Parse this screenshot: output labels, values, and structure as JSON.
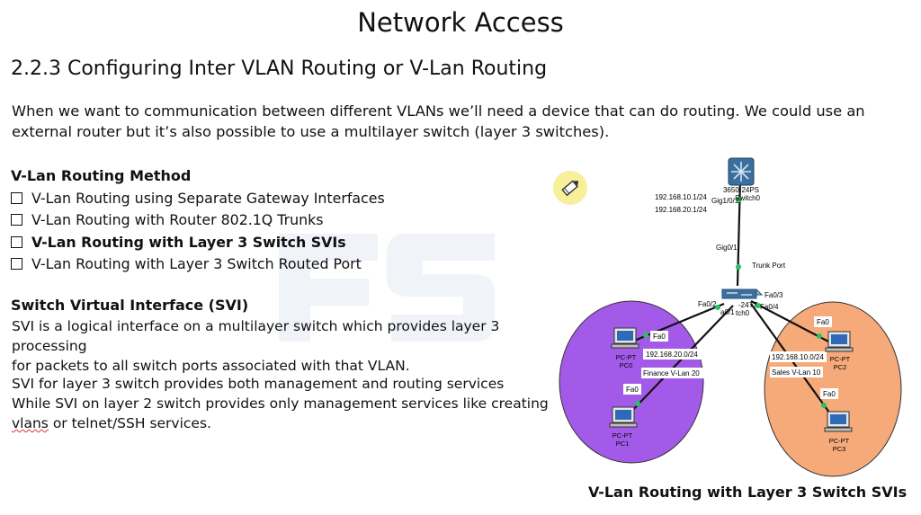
{
  "title": "Network Access",
  "section_heading": "2.2.3 Configuring Inter VLAN Routing or V-Lan Routing",
  "intro": {
    "line1": "When we want to communication between different VLANs we’ll need a device that can do routing. We could use an",
    "line2": "external router but it’s also possible to use a multilayer switch (layer 3 switches)."
  },
  "routing_methods": {
    "heading": "V-Lan Routing Method",
    "items": [
      {
        "label": "V-Lan Routing using Separate Gateway Interfaces",
        "bold": false
      },
      {
        "label": "V-Lan Routing with Router 802.1Q Trunks",
        "bold": false
      },
      {
        "label": "V-Lan Routing with Layer 3 Switch SVIs",
        "bold": true
      },
      {
        "label": "V-Lan Routing with Layer 3 Switch Routed Port",
        "bold": false
      }
    ]
  },
  "svi": {
    "heading": "Switch Virtual Interface (SVI)",
    "p1_line1": "SVI is a logical interface on a multilayer switch which provides layer 3 processing",
    "p1_line2": "for packets to all switch ports associated with that VLAN.",
    "p2_line1": "SVI for layer 3 switch provides both management and routing services",
    "p2_line2": "While SVI on layer 2 switch provides only management services like creating",
    "p2_line3_word": "vlans",
    "p2_line3_rest": " or telnet/SSH services."
  },
  "diagram": {
    "l3_switch_model": "3650-24PS",
    "l3_switch_name": "Switch0",
    "svi_ip_1": "192.168.10.1/24",
    "svi_ip_2": "192.168.20.1/24",
    "l3_port": "Gig1/0/1",
    "access_uplink_port": "Gig0/1",
    "trunk_label": "Trunk Port",
    "access_switch_partial_model": "-24TT",
    "access_switch_partial_name": "tch0",
    "port_fa0_1_partial": "a0/1",
    "port_fa0_2": "Fa0/2",
    "port_fa0_3": "Fa0/3",
    "port_fa0_4": "Fa0/4",
    "finance_network": "192.168.20.0/24",
    "finance_vlan": "Finance V-Lan 20",
    "sales_network": "192.168.10.0/24",
    "sales_vlan": "Sales V-Lan 10",
    "pc_type": "PC-PT",
    "pc_port": "Fa0",
    "pcs": [
      "PC0",
      "PC1",
      "PC2",
      "PC3"
    ],
    "colors": {
      "finance": "#a45ae8",
      "sales": "#f7aa79",
      "link_up": "#22c55e"
    }
  },
  "caption": "V-Lan Routing with Layer 3 Switch SVIs"
}
